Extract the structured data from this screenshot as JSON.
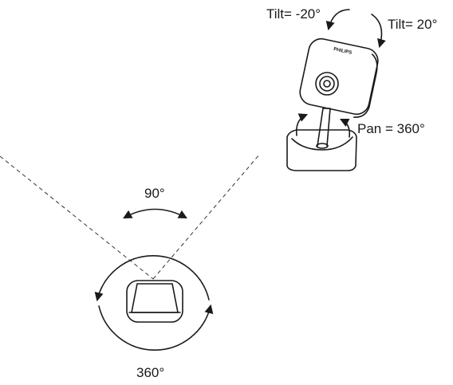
{
  "labels": {
    "tilt_neg": "Tilt= -20°",
    "tilt_pos": "Tilt= 20°",
    "pan": "Pan = 360°",
    "fov": "90°",
    "rotation": "360°"
  },
  "camera": {
    "brand": "PHILIPS"
  }
}
